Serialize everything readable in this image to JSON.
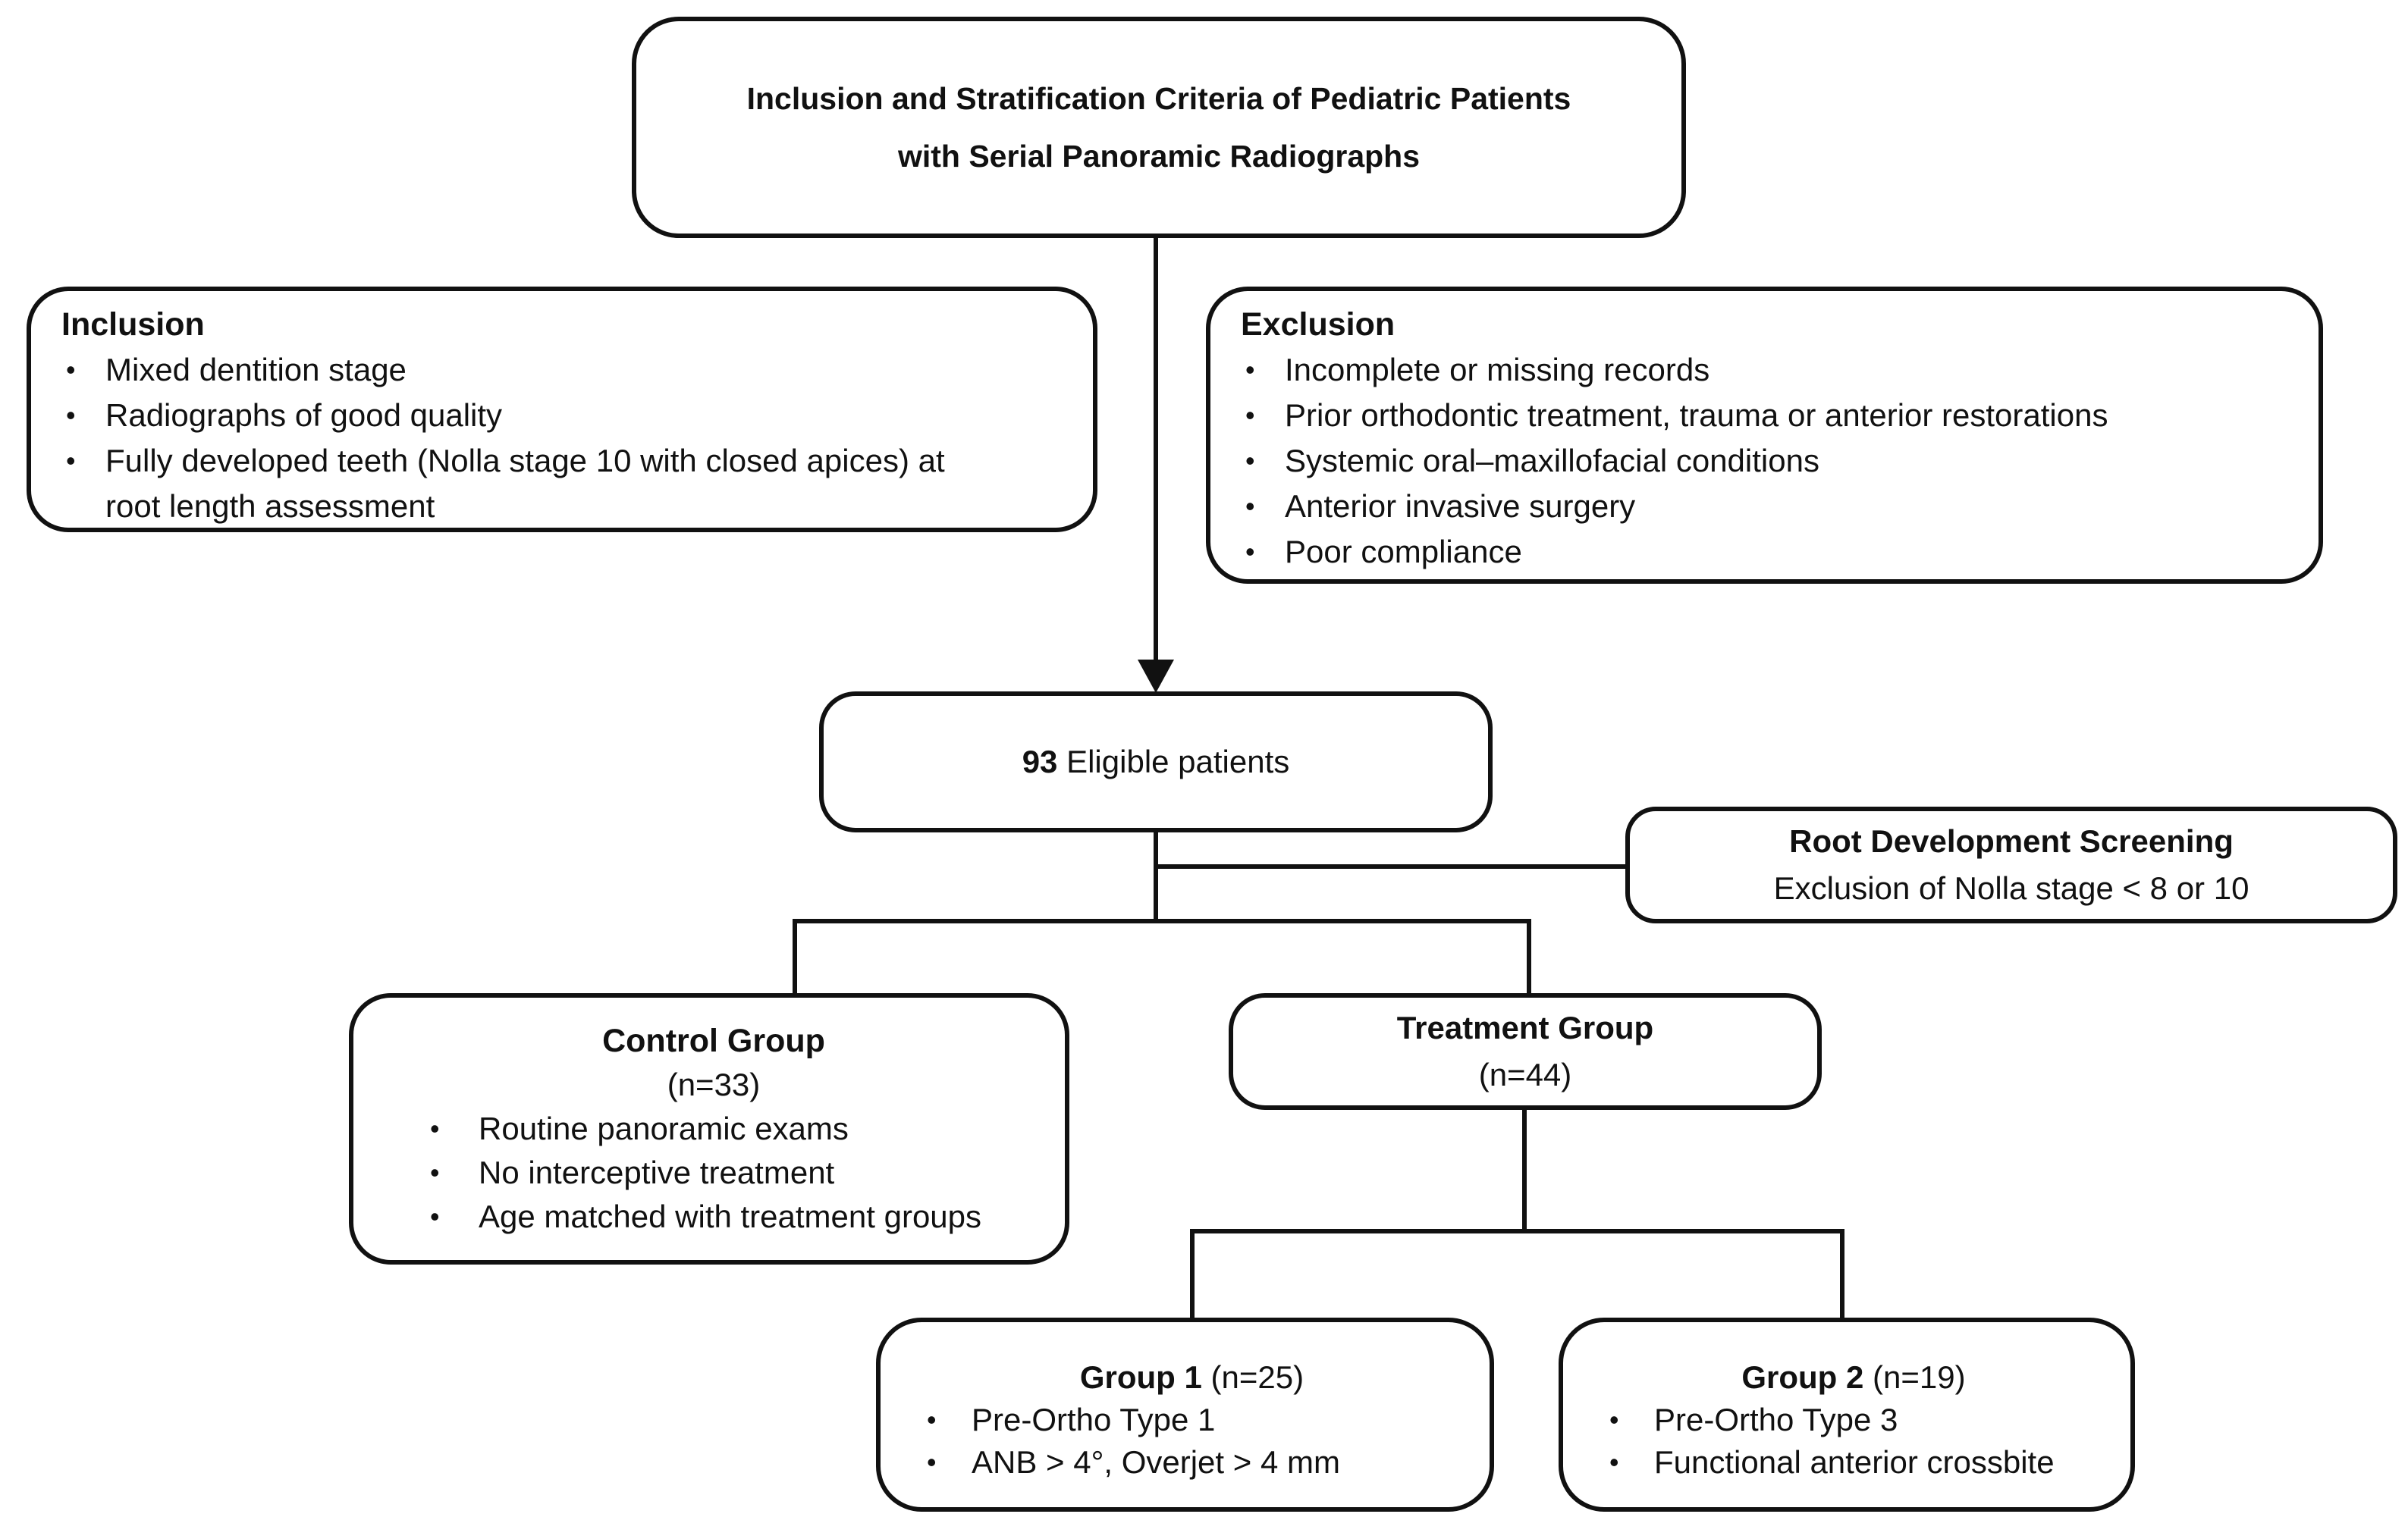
{
  "colors": {
    "ink": "#111111",
    "paper": "#ffffff"
  },
  "title_box": {
    "line1": "Inclusion and Stratification Criteria of Pediatric Patients",
    "line2": "with Serial Panoramic Radiographs"
  },
  "inclusion_box": {
    "title": "Inclusion",
    "items": [
      "Mixed dentition stage",
      "Radiographs of good quality",
      [
        "Fully developed teeth (Nolla stage 10 with closed apices) at",
        "root length assessment"
      ]
    ]
  },
  "exclusion_box": {
    "title": "Exclusion",
    "items": [
      "Incomplete or missing records",
      "Prior orthodontic treatment, trauma or anterior restorations",
      "Systemic oral–maxillofacial conditions",
      "Anterior invasive surgery",
      "Poor compliance"
    ]
  },
  "eligible_box": {
    "count": "93",
    "label": " Eligible patients"
  },
  "screening_box": {
    "title": "Root Development Screening",
    "subtitle": "Exclusion of Nolla stage < 8 or 10"
  },
  "control_box": {
    "title": "Control Group",
    "n": "(n=33)",
    "items": [
      "Routine panoramic exams",
      "No interceptive treatment",
      "Age matched with treatment groups"
    ]
  },
  "treatment_box": {
    "title": "Treatment Group",
    "n": "(n=44)"
  },
  "group1_box": {
    "title": "Group 1",
    "n": " (n=25)",
    "items": [
      "Pre-Ortho Type 1",
      "ANB > 4°, Overjet > 4 mm"
    ]
  },
  "group2_box": {
    "title": "Group 2",
    "n": " (n=19)",
    "items": [
      "Pre-Ortho Type 3",
      "Functional anterior crossbite"
    ]
  }
}
